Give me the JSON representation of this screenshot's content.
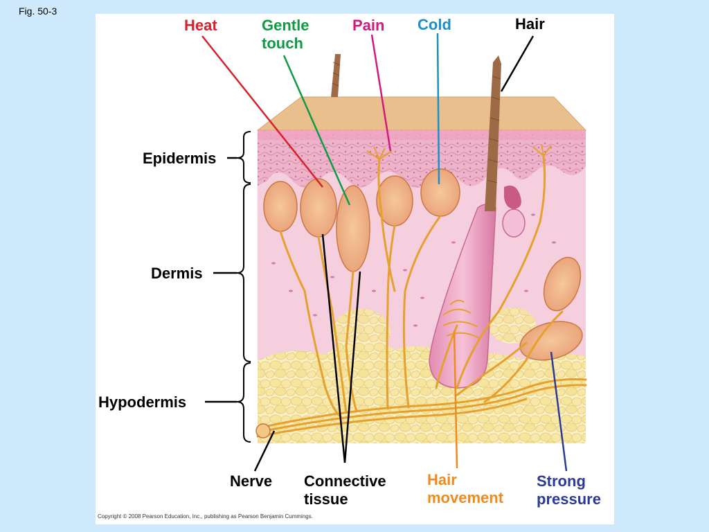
{
  "figure_label": "Fig. 50-3",
  "copyright": "Copyright © 2008 Pearson Education, Inc., publishing as Pearson Benjamin Cummings.",
  "labels": {
    "heat": "Heat",
    "gentle_touch": [
      "Gentle",
      "touch"
    ],
    "pain": "Pain",
    "cold": "Cold",
    "hair": "Hair",
    "epidermis": "Epidermis",
    "dermis": "Dermis",
    "hypodermis": "Hypodermis",
    "nerve": "Nerve",
    "connective_tissue": [
      "Connective",
      "tissue"
    ],
    "hair_movement": [
      "Hair",
      "movement"
    ],
    "strong_pressure": [
      "Strong",
      "pressure"
    ]
  },
  "colors": {
    "background": "#cde9fb",
    "heat": "#d6202a",
    "gentle_touch": "#0f9a46",
    "pain": "#d4197e",
    "cold": "#1b8fc9",
    "black": "#000000",
    "hair_movement": "#ef8a1f",
    "strong_pressure": "#2b3a94",
    "nerve_fiber": "#e6a02e",
    "dermis": "#f4cad8",
    "epidermis": "#eba8c4",
    "fat": "#f7e7a6"
  }
}
